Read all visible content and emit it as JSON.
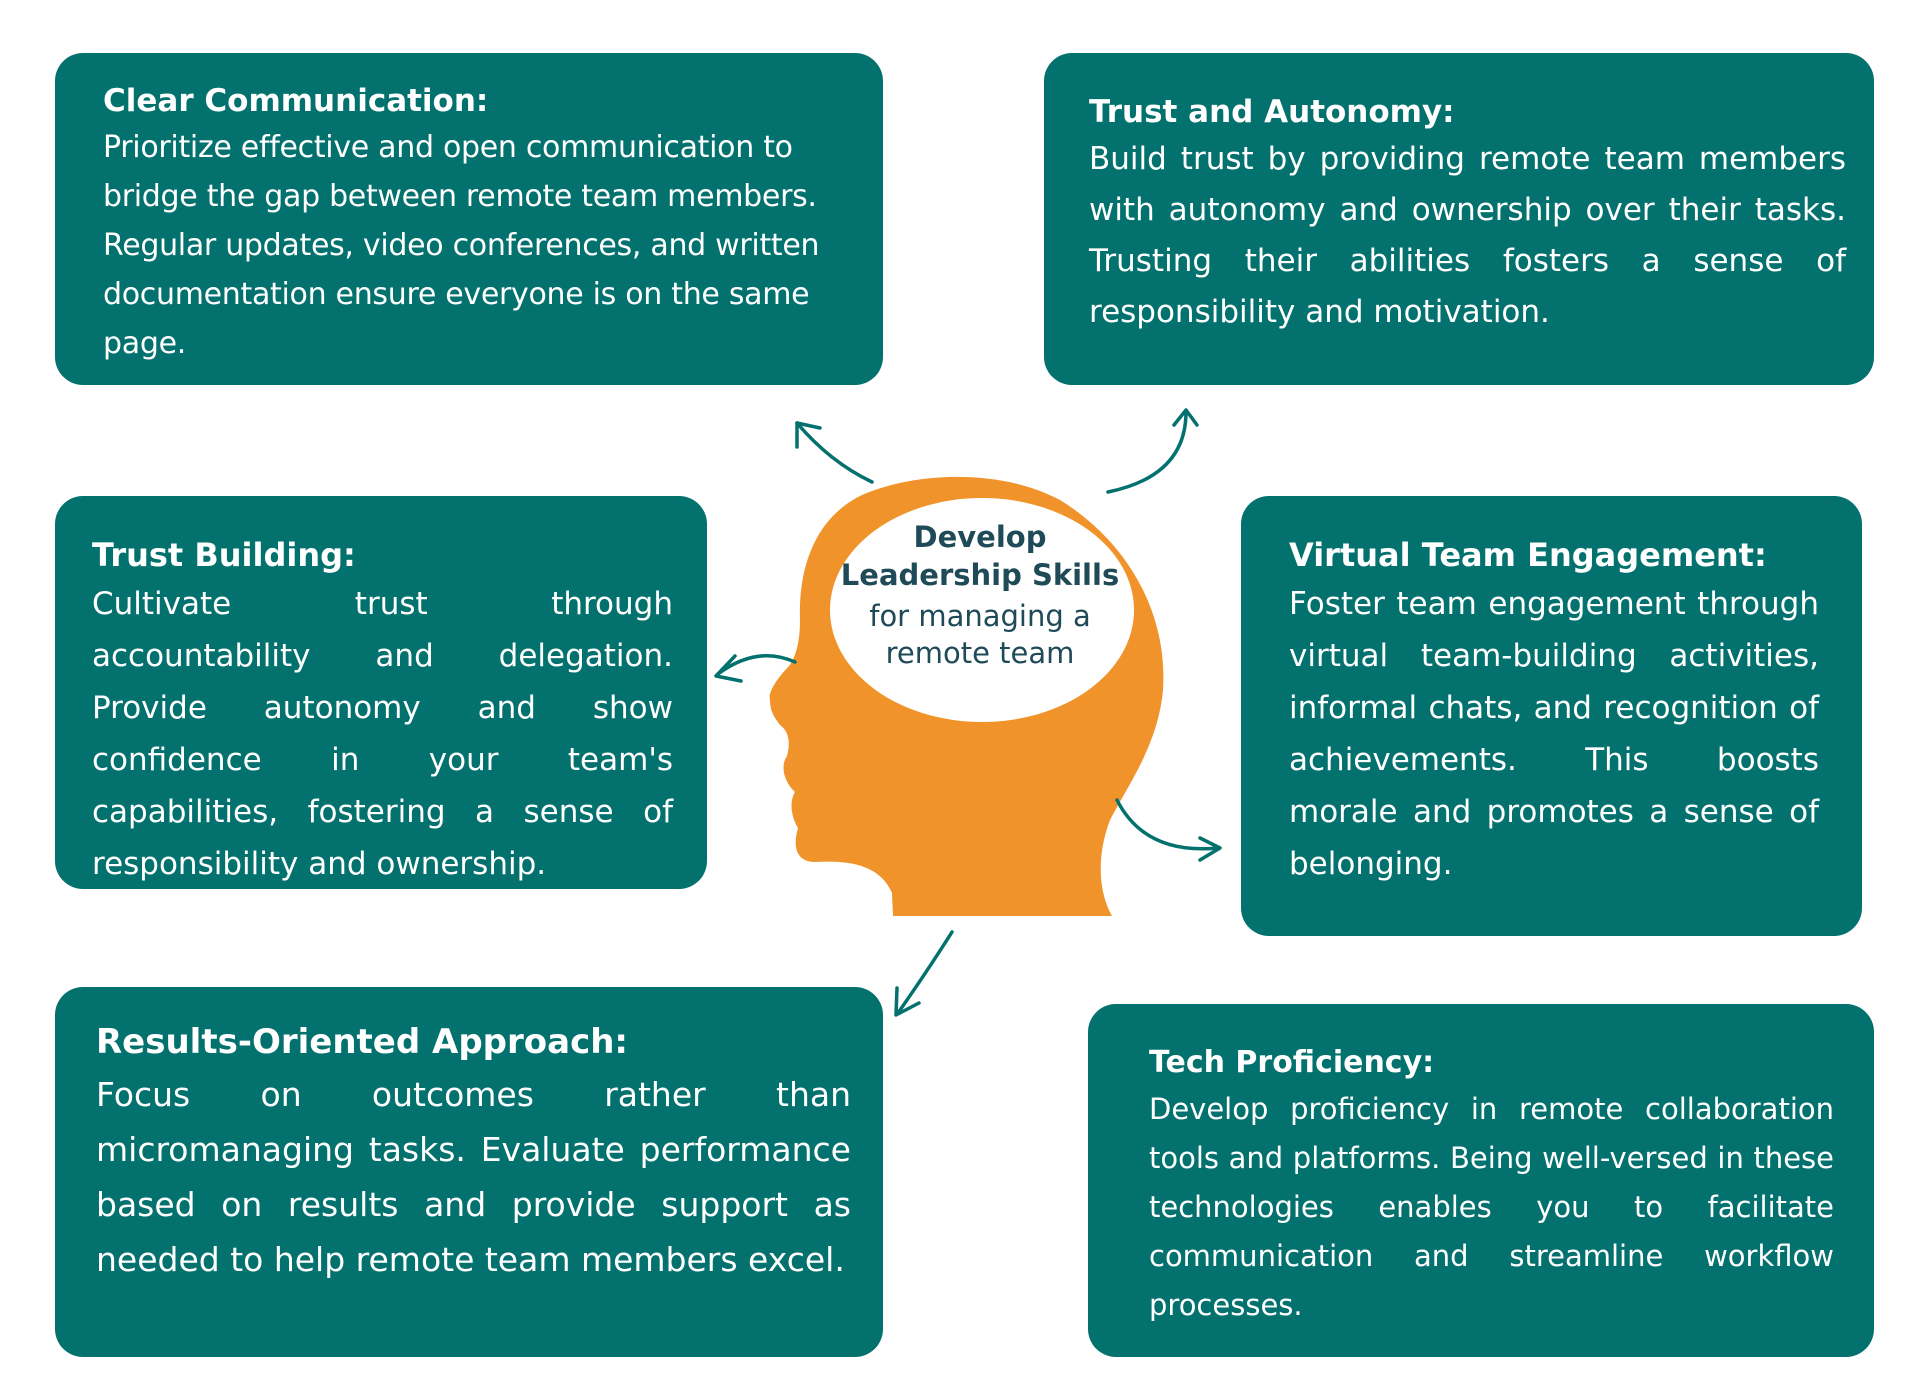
{
  "center": {
    "line1": "Develop",
    "line2": "Leadership Skills",
    "line3": "for managing a",
    "line4": "remote team"
  },
  "cards": {
    "clear_communication": {
      "title": "Clear Communication:",
      "body": "Prioritize effective and open communication to bridge the gap between remote team members. Regular updates, video conferences, and written documentation ensure everyone is on the same page."
    },
    "trust_autonomy": {
      "title": "Trust and Autonomy:",
      "body": "Build trust by providing remote team members with autonomy and ownership over their tasks. Trusting their abilities fosters a sense of responsibility and motivation."
    },
    "trust_building": {
      "title": "Trust Building:",
      "body": "Cultivate trust through accountability and delegation. Provide autonomy and show confidence in your team's capabilities, fostering a sense of responsibility and ownership."
    },
    "virtual_engagement": {
      "title": "Virtual Team Engagement:",
      "body": "Foster team engagement through virtual team-building activities, informal chats, and recognition of achievements. This boosts morale and promotes a sense of belonging."
    },
    "results_oriented": {
      "title": "Results-Oriented Approach:",
      "body": "Focus on outcomes rather than micromanaging tasks. Evaluate performance based on results and provide support as needed to help remote team members excel."
    },
    "tech_proficiency": {
      "title": "Tech Proficiency:",
      "body": "Develop proficiency in remote collaboration tools and platforms. Being well-versed in these technologies enables you to facilitate communication and streamline workflow processes."
    }
  },
  "colors": {
    "card_bg": "#03716e",
    "head": "#f0932b",
    "arrow": "#03716e",
    "center_text": "#1f4a57"
  }
}
